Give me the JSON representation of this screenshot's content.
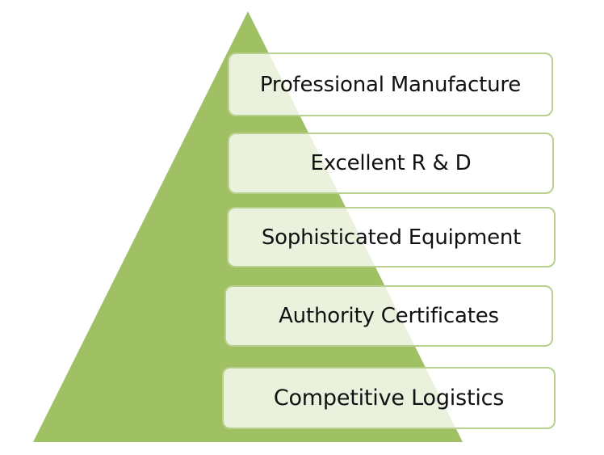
{
  "colors": {
    "pyramid_fill": "#9fc164",
    "tier_border": "#b9d08e",
    "tier_background": "#ffffff",
    "text": "#111111"
  },
  "tiers": [
    {
      "label": "Professional Manufacture"
    },
    {
      "label": "Excellent R & D"
    },
    {
      "label": "Sophisticated Equipment"
    },
    {
      "label": "Authority Certificates"
    },
    {
      "label": "Competitive Logistics"
    }
  ]
}
